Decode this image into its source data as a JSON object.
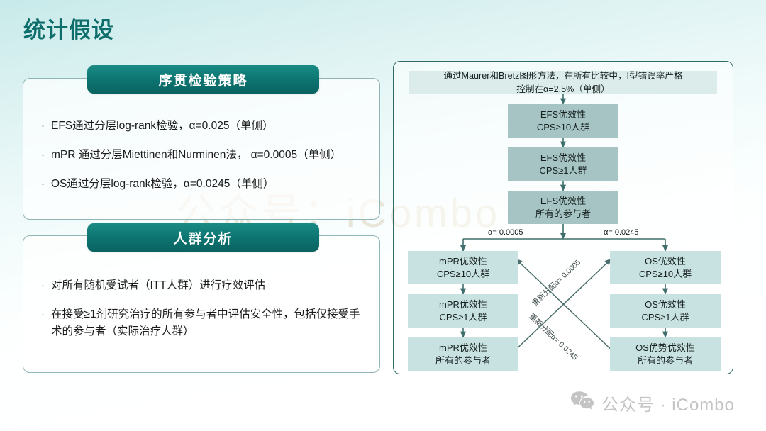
{
  "page": {
    "title": "统计假设",
    "watermark": "公众号：iCombo"
  },
  "left": {
    "panels": [
      {
        "heading": "序贯检验策略",
        "bullets": [
          "EFS通过分层log-rank检验，α=0.025（单侧）",
          "mPR 通过分层Miettinen和Nurminen法， α=0.0005（单侧）",
          "OS通过分层log-rank检验，α=0.0245（单侧）"
        ]
      },
      {
        "heading": "人群分析",
        "bullets": [
          "对所有随机受试者（ITT人群）进行疗效评估",
          "在接受≥1剂研究治疗的所有参与者中评估安全性，包括仅接受手术的参与者（实际治疗人群）"
        ]
      }
    ]
  },
  "diagram": {
    "header": "通过Maurer和Bretz图形方法，在所有比较中，I型错误率严格控制在α=2.5%（单侧）",
    "header_line1": "通过Maurer和Bretz图形方法，在所有比较中，I型错误率严格",
    "header_line2": "控制在α=2.5%（单侧）",
    "efs_chain": [
      {
        "line1": "EFS优效性",
        "line2": "CPS≥10人群"
      },
      {
        "line1": "EFS优效性",
        "line2": "CPS≥1人群"
      },
      {
        "line1": "EFS优效性",
        "line2": "所有的参与者"
      }
    ],
    "branch_labels": {
      "left": "α= 0.0005",
      "right": "α= 0.0245"
    },
    "mpr_chain": [
      {
        "line1": "mPR优效性",
        "line2": "CPS≥10人群"
      },
      {
        "line1": "mPR优效性",
        "line2": "CPS≥1人群"
      },
      {
        "line1": "mPR优效性",
        "line2": "所有的参与者"
      }
    ],
    "os_chain": [
      {
        "line1": "OS优效性",
        "line2": "CPS≥10人群"
      },
      {
        "line1": "OS优效性",
        "line2": "CPS≥1人群"
      },
      {
        "line1": "OS优势优效性",
        "line2": "所有的参与者"
      }
    ],
    "cross_labels": {
      "up_right": "重新分配α= 0.0005",
      "down_right": "重新分配α= 0.0245"
    },
    "colors": {
      "efs_box": "#a5c4c3",
      "sub_box": "#c8e2e1",
      "header_box": "#dcecea",
      "arrow": "#3f6f6c",
      "panel_border": "#2f6b66"
    }
  },
  "footer": {
    "brand": "公众号 · iCombo"
  },
  "theme": {
    "title_color": "#0d6e6b",
    "pill_color": "#0c7471",
    "panel_border": "#8fb6b4"
  }
}
